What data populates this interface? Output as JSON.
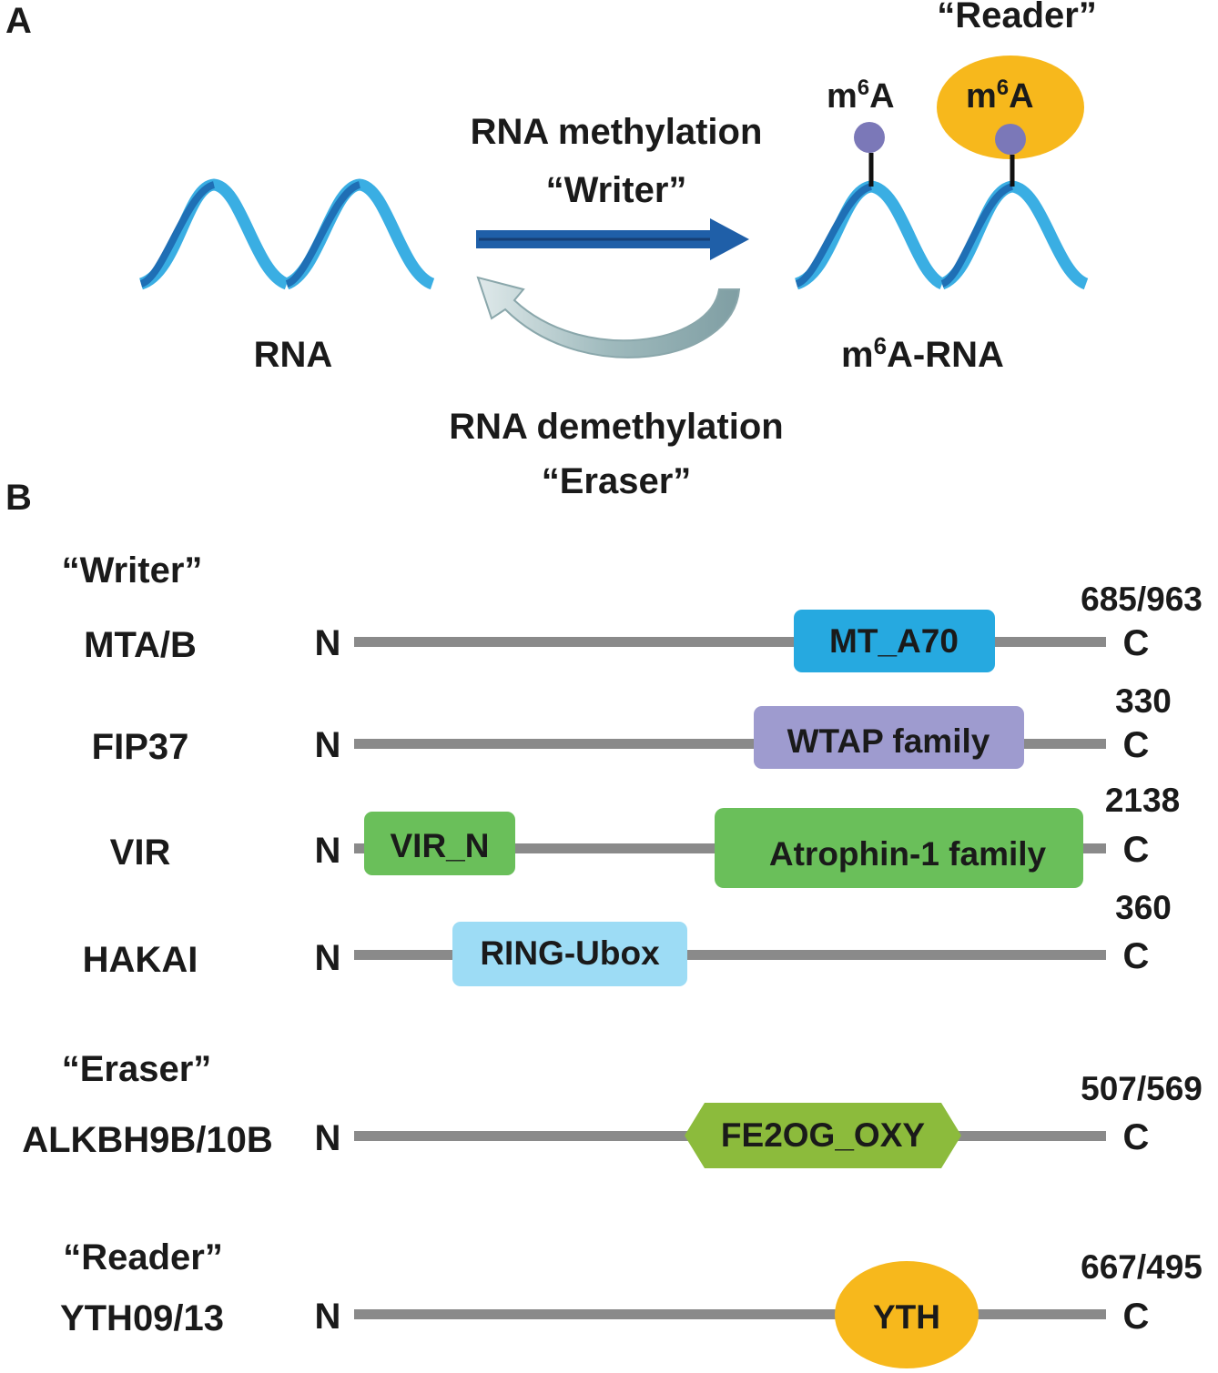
{
  "panel_a": {
    "label": "A",
    "rna_label": "RNA",
    "m6a_rna_label_prefix": "m",
    "m6a_rna_label_sup": "6",
    "m6a_rna_label_suffix": "A-RNA",
    "methylation_line1": "RNA methylation",
    "methylation_line2": "“Writer”",
    "demethylation_line1": "RNA demethylation",
    "demethylation_line2": "“Eraser”",
    "reader_label": "“Reader”",
    "m6a_prefix": "m",
    "m6a_sup": "6",
    "m6a_suffix": "A",
    "colors": {
      "rna_light": "#3aaee3",
      "rna_dark": "#1f6fb5",
      "forward_arrow": "#1f5fa8",
      "back_arrow": "#8fadb4",
      "m6a_dot": "#7b78b8",
      "reader_blob": "#f7b81c"
    }
  },
  "panel_b": {
    "label": "B",
    "groups": {
      "writer": "“Writer”",
      "eraser": "“Eraser”",
      "reader": "“Reader”"
    },
    "n_label": "N",
    "c_label": "C",
    "proteins": [
      {
        "name": "MTA/B",
        "length": "685/963",
        "domains": [
          {
            "name": "MT_A70",
            "color": "#26a9e0",
            "shape": "rect"
          }
        ]
      },
      {
        "name": "FIP37",
        "length": "330",
        "domains": [
          {
            "name": "WTAP family",
            "color": "#9e9bcf",
            "shape": "rect"
          }
        ]
      },
      {
        "name": "VIR",
        "length": "2138",
        "domains": [
          {
            "name": "VIR_N",
            "color": "#6abf5a",
            "shape": "rect"
          },
          {
            "name": "Atrophin-1 family",
            "color": "#6abf5a",
            "shape": "rect"
          }
        ]
      },
      {
        "name": "HAKAI",
        "length": "360",
        "domains": [
          {
            "name": "RING-Ubox",
            "color": "#9ddcf5",
            "shape": "rect"
          }
        ]
      },
      {
        "name": "ALKBH9B/10B",
        "length": "507/569",
        "domains": [
          {
            "name": "FE2OG_OXY",
            "color": "#8cbb3c",
            "shape": "hexagon"
          }
        ]
      },
      {
        "name": "YTH09/13",
        "length": "667/495",
        "domains": [
          {
            "name": "YTH",
            "color": "#f7b81c",
            "shape": "ellipse"
          }
        ]
      }
    ],
    "line_color": "#8a8a8a"
  }
}
